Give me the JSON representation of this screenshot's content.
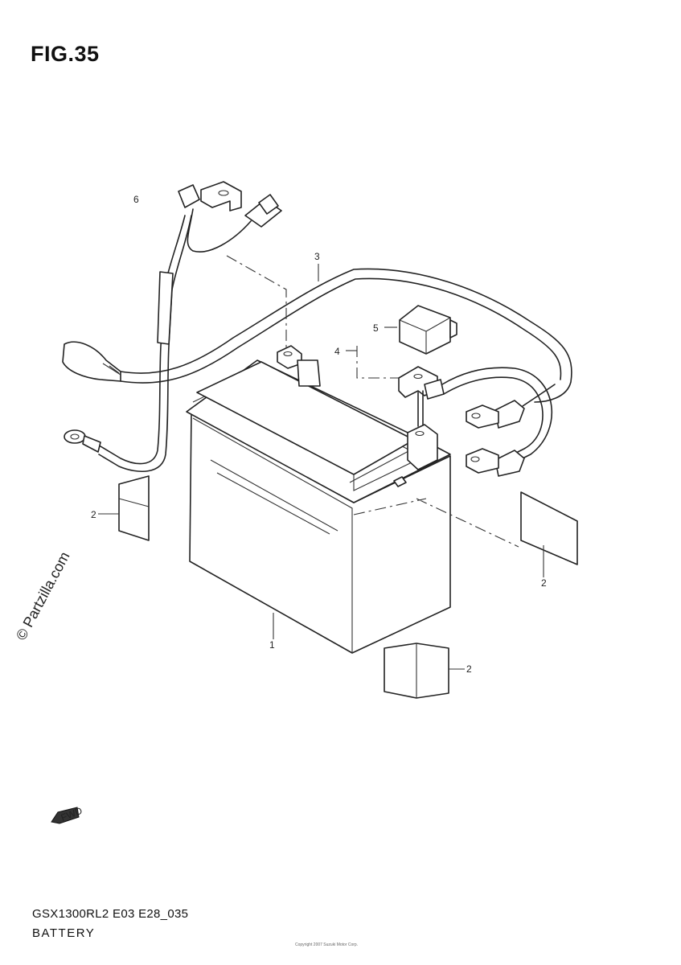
{
  "figure": {
    "title": "FIG.35"
  },
  "callouts": {
    "c1": "1",
    "c2a": "2",
    "c2b": "2",
    "c2c": "2",
    "c3": "3",
    "c4": "4",
    "c5": "5",
    "c6": "6"
  },
  "watermark": "© Partzilla.com",
  "fwd_label": "FWD",
  "footer": {
    "model_code": "GSX1300RL2 E03 E28_035",
    "section_name": "BATTERY",
    "fine_print": "Copyright 2007 Suzuki Motor Corp."
  }
}
